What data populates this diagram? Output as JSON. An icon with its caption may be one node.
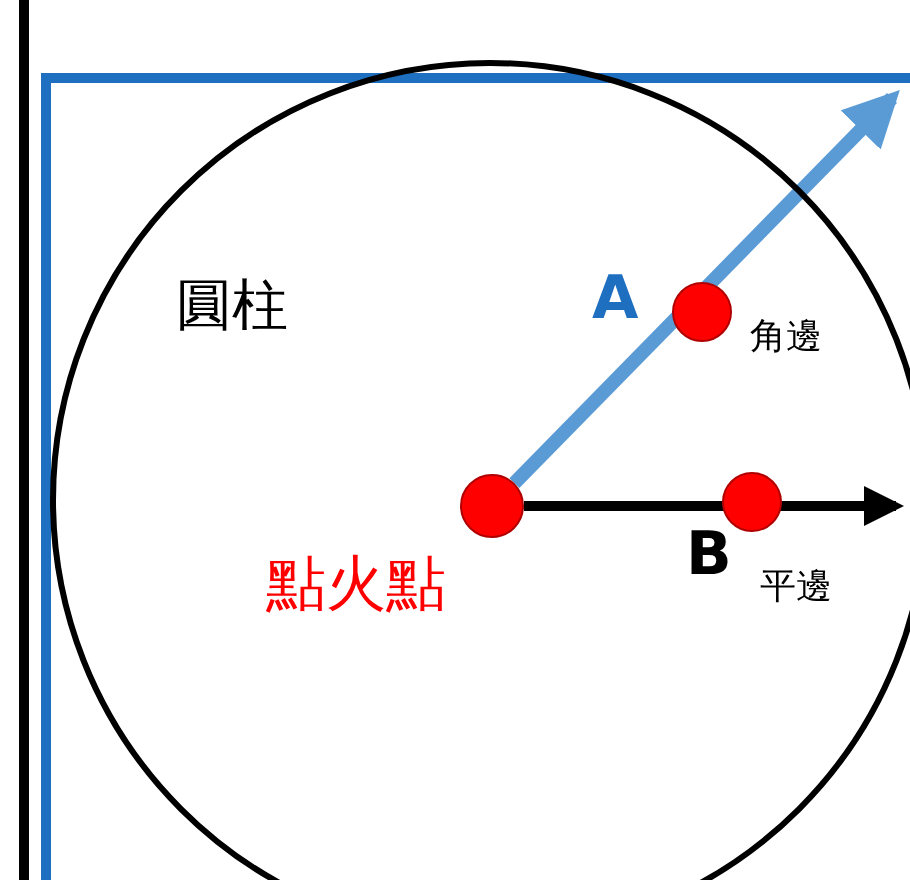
{
  "diagram": {
    "nodes": [
      {
        "text": [
          "圓柱"
        ]
      },
      {
        "text": [
          "點火點"
        ],
        "in": 0
      },
      {
        "text": [
          "A",
          "角邊"
        ],
        "in": 0
      },
      {
        "text": [
          "B",
          "平邊"
        ],
        "in": 0
      }
    ],
    "edges": [
      {
        "from": 1,
        "to": null,
        "arrow": "to",
        "color": "#5b9bd5"
      },
      {
        "from": 1,
        "to": null,
        "arrow": "to",
        "color": "#000000"
      }
    ]
  }
}
